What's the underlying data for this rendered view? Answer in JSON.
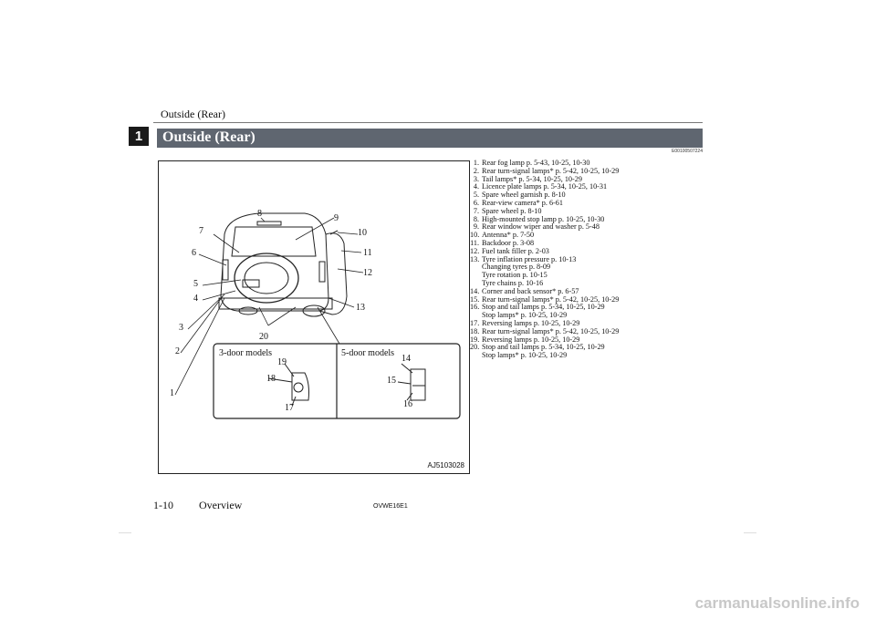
{
  "header": {
    "running_head": "Outside (Rear)",
    "chapter_number": "1",
    "section_title": "Outside (Rear)",
    "reference_code": "E00100507224"
  },
  "figure": {
    "code": "AJ5103028",
    "inset_left_label": "3-door models",
    "inset_right_label": "5-door models",
    "callouts": [
      "1",
      "2",
      "3",
      "4",
      "5",
      "6",
      "7",
      "8",
      "9",
      "10",
      "11",
      "12",
      "13",
      "14",
      "15",
      "16",
      "17",
      "18",
      "19",
      "20"
    ]
  },
  "items": [
    {
      "num": "1.",
      "text": "Rear fog lamp p. 5-43, 10-25, 10-30"
    },
    {
      "num": "2.",
      "text": "Rear turn-signal lamps* p. 5-42, 10-25, 10-29"
    },
    {
      "num": "3.",
      "text": "Tail lamps* p. 5-34, 10-25, 10-29"
    },
    {
      "num": "4.",
      "text": "Licence plate lamps p. 5-34, 10-25, 10-31"
    },
    {
      "num": "5.",
      "text": "Spare wheel garnish p. 8-10"
    },
    {
      "num": "6.",
      "text": "Rear-view camera* p. 6-61"
    },
    {
      "num": "7.",
      "text": "Spare wheel p. 8-10"
    },
    {
      "num": "8.",
      "text": "High-mounted stop lamp p. 10-25, 10-30"
    },
    {
      "num": "9.",
      "text": "Rear window wiper and washer p. 5-48"
    },
    {
      "num": "10.",
      "text": "Antenna* p. 7-50"
    },
    {
      "num": "11.",
      "text": "Backdoor p. 3-08"
    },
    {
      "num": "12.",
      "text": "Fuel tank filler p. 2-03"
    },
    {
      "num": "13.",
      "text": "Tyre inflation pressure p. 10-13",
      "sub": [
        "Changing tyres p. 8-09",
        "Tyre rotation p. 10-15",
        "Tyre chains p. 10-16"
      ]
    },
    {
      "num": "14.",
      "text": "Corner and back sensor* p. 6-57"
    },
    {
      "num": "15.",
      "text": "Rear turn-signal lamps* p. 5-42, 10-25, 10-29"
    },
    {
      "num": "16.",
      "text": "Stop and tail lamps p. 5-34, 10-25, 10-29",
      "sub": [
        "Stop lamps* p. 10-25, 10-29"
      ]
    },
    {
      "num": "17.",
      "text": "Reversing lamps p. 10-25, 10-29"
    },
    {
      "num": "18.",
      "text": "Rear turn-signal lamps* p. 5-42, 10-25, 10-29"
    },
    {
      "num": "19.",
      "text": "Reversing lamps p. 10-25, 10-29"
    },
    {
      "num": "20.",
      "text": "Stop and tail lamps p. 5-34, 10-25, 10-29",
      "sub": [
        "Stop lamps* p. 10-25, 10-29"
      ]
    }
  ],
  "footer": {
    "page_number": "1-10",
    "section_name": "Overview",
    "doc_code": "OVWE16E1"
  },
  "watermark": "carmanualsonline.info"
}
